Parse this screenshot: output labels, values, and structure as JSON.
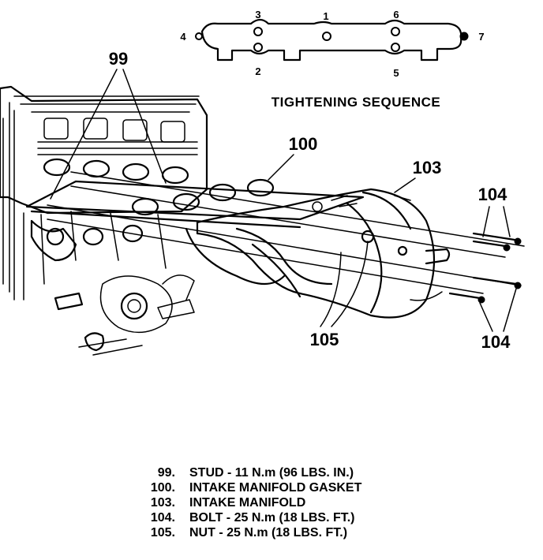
{
  "sequence": {
    "title": "TIGHTENING SEQUENCE",
    "numbers": [
      "1",
      "2",
      "3",
      "4",
      "5",
      "6",
      "7"
    ]
  },
  "callouts": {
    "studs": "99",
    "gasket": "100",
    "manifold": "103",
    "bolts_top": "104",
    "bolts_bottom": "104",
    "nuts": "105"
  },
  "legend": [
    {
      "number": "99.",
      "description": "STUD - 11 N.m (96 LBS. IN.)"
    },
    {
      "number": "100.",
      "description": "INTAKE MANIFOLD GASKET"
    },
    {
      "number": "103.",
      "description": "INTAKE MANIFOLD"
    },
    {
      "number": "104.",
      "description": "BOLT - 25 N.m (18 LBS. FT.)"
    },
    {
      "number": "105.",
      "description": "NUT - 25 N.m (18 LBS. FT.)"
    }
  ]
}
